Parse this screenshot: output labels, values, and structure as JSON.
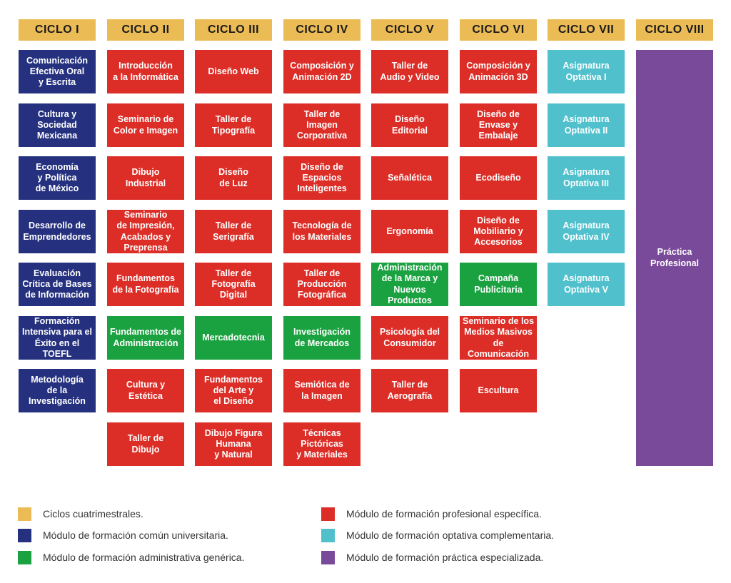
{
  "colors": {
    "ciclo": "#EBBB55",
    "comun": "#25317F",
    "administrativa": "#1AA240",
    "profesional": "#DC2E27",
    "optativa": "#4FC0CC",
    "practica": "#7A4A9A"
  },
  "columns": [
    {
      "header": "CICLO I",
      "cells": [
        {
          "text": "Comunicación\nEfectiva Oral\ny Escrita",
          "type": "comun"
        },
        {
          "text": "Cultura y\nSociedad\nMexicana",
          "type": "comun"
        },
        {
          "text": "Economía\ny Política\nde México",
          "type": "comun"
        },
        {
          "text": "Desarrollo de\nEmprendedores",
          "type": "comun"
        },
        {
          "text": "Evaluación\nCrítica de Bases\nde Información",
          "type": "comun"
        },
        {
          "text": "Formación\nIntensiva para el\nÉxito en el TOEFL",
          "type": "comun"
        },
        {
          "text": "Metodología\nde la\nInvestigación",
          "type": "comun"
        }
      ]
    },
    {
      "header": "CICLO II",
      "cells": [
        {
          "text": "Introducción\na la Informática",
          "type": "profesional"
        },
        {
          "text": "Seminario de\nColor e Imagen",
          "type": "profesional"
        },
        {
          "text": "Dibujo\nIndustrial",
          "type": "profesional"
        },
        {
          "text": "Seminario\nde Impresión,\nAcabados y\nPreprensa",
          "type": "profesional"
        },
        {
          "text": "Fundamentos\nde la Fotografía",
          "type": "profesional"
        },
        {
          "text": "Fundamentos de\nAdministración",
          "type": "administrativa"
        },
        {
          "text": "Cultura y\nEstética",
          "type": "profesional"
        },
        {
          "text": "Taller de\nDibujo",
          "type": "profesional"
        }
      ]
    },
    {
      "header": "CICLO III",
      "cells": [
        {
          "text": "Diseño Web",
          "type": "profesional"
        },
        {
          "text": "Taller de\nTipografía",
          "type": "profesional"
        },
        {
          "text": "Diseño\nde Luz",
          "type": "profesional"
        },
        {
          "text": "Taller de\nSerigrafía",
          "type": "profesional"
        },
        {
          "text": "Taller de\nFotografía\nDigital",
          "type": "profesional"
        },
        {
          "text": "Mercadotecnia",
          "type": "administrativa"
        },
        {
          "text": "Fundamentos\ndel Arte y\nel Diseño",
          "type": "profesional"
        },
        {
          "text": "Dibujo Figura\nHumana\ny Natural",
          "type": "profesional"
        }
      ]
    },
    {
      "header": "CICLO IV",
      "cells": [
        {
          "text": "Composición y\nAnimación 2D",
          "type": "profesional"
        },
        {
          "text": "Taller de\nImagen\nCorporativa",
          "type": "profesional"
        },
        {
          "text": "Diseño de\nEspacios\nInteligentes",
          "type": "profesional"
        },
        {
          "text": "Tecnología de\nlos Materiales",
          "type": "profesional"
        },
        {
          "text": "Taller de\nProducción\nFotográfica",
          "type": "profesional"
        },
        {
          "text": "Investigación\nde Mercados",
          "type": "administrativa"
        },
        {
          "text": "Semiótica de\nla Imagen",
          "type": "profesional"
        },
        {
          "text": "Técnicas\nPictóricas\ny Materiales",
          "type": "profesional"
        }
      ]
    },
    {
      "header": "CICLO V",
      "cells": [
        {
          "text": "Taller de\nAudio y Video",
          "type": "profesional"
        },
        {
          "text": "Diseño\nEditorial",
          "type": "profesional"
        },
        {
          "text": "Señalética",
          "type": "profesional"
        },
        {
          "text": "Ergonomía",
          "type": "profesional"
        },
        {
          "text": "Administración\nde la Marca y\nNuevos\nProductos",
          "type": "administrativa"
        },
        {
          "text": "Psicología del\nConsumidor",
          "type": "profesional"
        },
        {
          "text": "Taller de\nAerografía",
          "type": "profesional"
        }
      ]
    },
    {
      "header": "CICLO VI",
      "cells": [
        {
          "text": "Composición y\nAnimación 3D",
          "type": "profesional"
        },
        {
          "text": "Diseño de\nEnvase y\nEmbalaje",
          "type": "profesional"
        },
        {
          "text": "Ecodiseño",
          "type": "profesional"
        },
        {
          "text": "Diseño de\nMobiliario y\nAccesorios",
          "type": "profesional"
        },
        {
          "text": "Campaña\nPublicitaria",
          "type": "administrativa"
        },
        {
          "text": "Seminario de los\nMedios Masivos\nde Comunicación",
          "type": "profesional"
        },
        {
          "text": "Escultura",
          "type": "profesional"
        }
      ]
    },
    {
      "header": "CICLO VII",
      "cells": [
        {
          "text": "Asignatura\nOptativa I",
          "type": "optativa"
        },
        {
          "text": "Asignatura\nOptativa II",
          "type": "optativa"
        },
        {
          "text": "Asignatura\nOptativa III",
          "type": "optativa"
        },
        {
          "text": "Asignatura\nOptativa IV",
          "type": "optativa"
        },
        {
          "text": "Asignatura\nOptativa V",
          "type": "optativa"
        }
      ]
    },
    {
      "header": "CICLO VIII",
      "cells": [
        {
          "text": "Práctica\nProfesional",
          "type": "practica",
          "span": 8
        }
      ]
    }
  ],
  "legend": [
    {
      "label": "Ciclos cuatrimestrales.",
      "type": "ciclo"
    },
    {
      "label": "Módulo de formación común universitaria.",
      "type": "comun"
    },
    {
      "label": "Módulo de formación administrativa genérica.",
      "type": "administrativa"
    },
    {
      "label": "Módulo de formación profesional específica.",
      "type": "profesional"
    },
    {
      "label": "Módulo de formación optativa complementaria.",
      "type": "optativa"
    },
    {
      "label": "Módulo de formación práctica especializada.",
      "type": "practica"
    }
  ]
}
